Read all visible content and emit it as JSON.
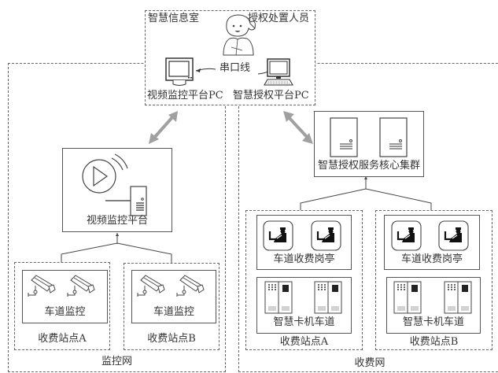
{
  "info_room": {
    "title": "智慧信息室",
    "personnel": "授权处置人员",
    "serial_cable": "串口线",
    "video_pc": "视频监控平台PC",
    "auth_pc": "智慧授权平台PC"
  },
  "monitor_network": {
    "label": "监控网",
    "platform": "视频监控平台",
    "stations": [
      {
        "name": "收费站点A",
        "lane_label": "车道监控"
      },
      {
        "name": "收费站点B",
        "lane_label": "车道监控"
      }
    ]
  },
  "toll_network": {
    "label": "收费网",
    "cluster": "智慧授权服务核心集群",
    "stations": [
      {
        "name": "收费站点A",
        "booth_label": "车道收费岗亭",
        "lane_label": "智慧卡机车道"
      },
      {
        "name": "收费站点B",
        "booth_label": "车道收费岗亭",
        "lane_label": "智慧卡机车道"
      }
    ]
  },
  "colors": {
    "arrow": "#a0a0a0",
    "line": "#444444",
    "dash": "#666666"
  }
}
